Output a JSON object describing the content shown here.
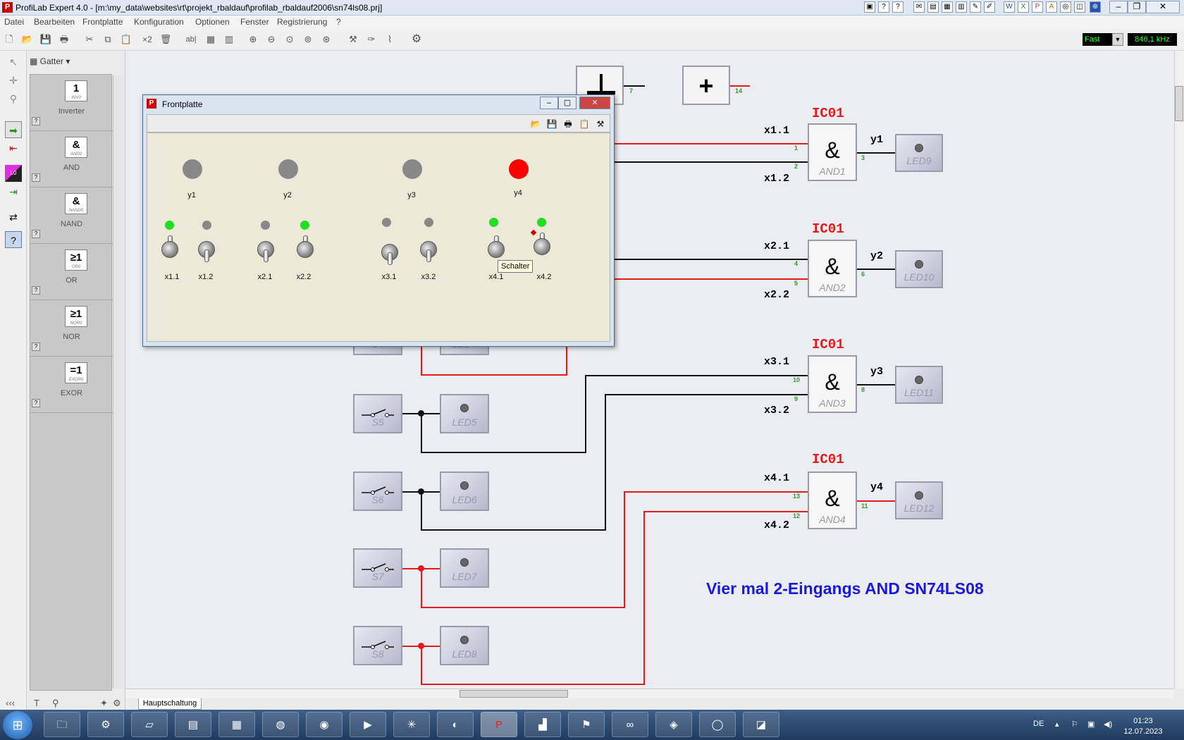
{
  "window": {
    "title": "ProfiLab Expert 4.0 - [m:\\my_data\\websites\\rt\\projekt_rbaldauf\\profilab_rbaldauf2006\\sn74ls08.prj]",
    "app_icon": "P",
    "controls": {
      "minimize": "–",
      "restore": "❐",
      "close": "✕"
    }
  },
  "menu": [
    "Datei",
    "Bearbeiten",
    "Frontplatte",
    "Konfiguration",
    "Optionen",
    "Fenster",
    "Registrierung",
    "?"
  ],
  "toolbar": {
    "speed_value": "Fast",
    "frequency": "846,1 kHz",
    "counter_label": "×2",
    "text_tool": "ab|"
  },
  "library": {
    "category": "Gatter",
    "items": [
      {
        "symbol": "1",
        "subname": "INV0",
        "name": "Inverter"
      },
      {
        "symbol": "&",
        "subname": "AND0",
        "name": "AND"
      },
      {
        "symbol": "&",
        "subname": "NAND0",
        "name": "NAND"
      },
      {
        "symbol": "≥1",
        "subname": "OR0",
        "name": "OR"
      },
      {
        "symbol": "≥1",
        "subname": "NOR0",
        "name": "NOR"
      },
      {
        "symbol": "=1",
        "subname": "EXOR0",
        "name": "EXOR"
      }
    ],
    "help": "?",
    "collapse": "‹‹‹"
  },
  "frontplatte": {
    "title": "Frontplatte",
    "icon": "P",
    "outputs": [
      {
        "label": "y1",
        "state": "off"
      },
      {
        "label": "y2",
        "state": "off"
      },
      {
        "label": "y3",
        "state": "off"
      },
      {
        "label": "y4",
        "state": "on"
      }
    ],
    "switches": [
      {
        "label": "x1.1",
        "on": true
      },
      {
        "label": "x1.2",
        "on": false
      },
      {
        "label": "x2.1",
        "on": false
      },
      {
        "label": "x2.2",
        "on": true
      },
      {
        "label": "x3.1",
        "on": false
      },
      {
        "label": "x3.2",
        "on": false
      },
      {
        "label": "x4.1",
        "on": true
      },
      {
        "label": "x4.2",
        "on": true
      }
    ],
    "tooltip": "Schalter"
  },
  "schematic": {
    "power_pins": [
      "7",
      "14"
    ],
    "power_plus": "+",
    "switches": [
      "S4",
      "S5",
      "S6",
      "S7",
      "S8"
    ],
    "leds": [
      "LED4",
      "LED5",
      "LED6",
      "LED7",
      "LED8"
    ],
    "ic_label": "IC01",
    "gates": [
      {
        "name": "AND1",
        "in1": "x1.1",
        "in2": "x1.2",
        "out": "y1",
        "pin_a": "1",
        "pin_b": "2",
        "pin_out": "3",
        "led": "LED9"
      },
      {
        "name": "AND2",
        "in1": "x2.1",
        "in2": "x2.2",
        "out": "y2",
        "pin_a": "4",
        "pin_b": "5",
        "pin_out": "6",
        "led": "LED10"
      },
      {
        "name": "AND3",
        "in1": "x3.1",
        "in2": "x3.2",
        "out": "y3",
        "pin_a": "10",
        "pin_b": "9",
        "pin_out": "8",
        "led": "LED11"
      },
      {
        "name": "AND4",
        "in1": "x4.1",
        "in2": "x4.2",
        "out": "y4",
        "pin_a": "13",
        "pin_b": "12",
        "pin_out": "11",
        "led": "LED12"
      }
    ],
    "gate_symbol": "&",
    "caption": "Vier mal 2-Eingangs AND SN74LS08",
    "sheet_tab": "Hauptschaltung"
  },
  "colors": {
    "wire_active": "#e41a1a",
    "wire_inactive": "#111111",
    "led_on_red": "#ff0000",
    "led_on_green": "#22dd22",
    "led_off": "#888888",
    "caption": "#1a1ad6"
  },
  "taskbar": {
    "start_icon": "windows-start-icon",
    "language": "DE",
    "time": "01:23",
    "date": "12.07.2023"
  }
}
